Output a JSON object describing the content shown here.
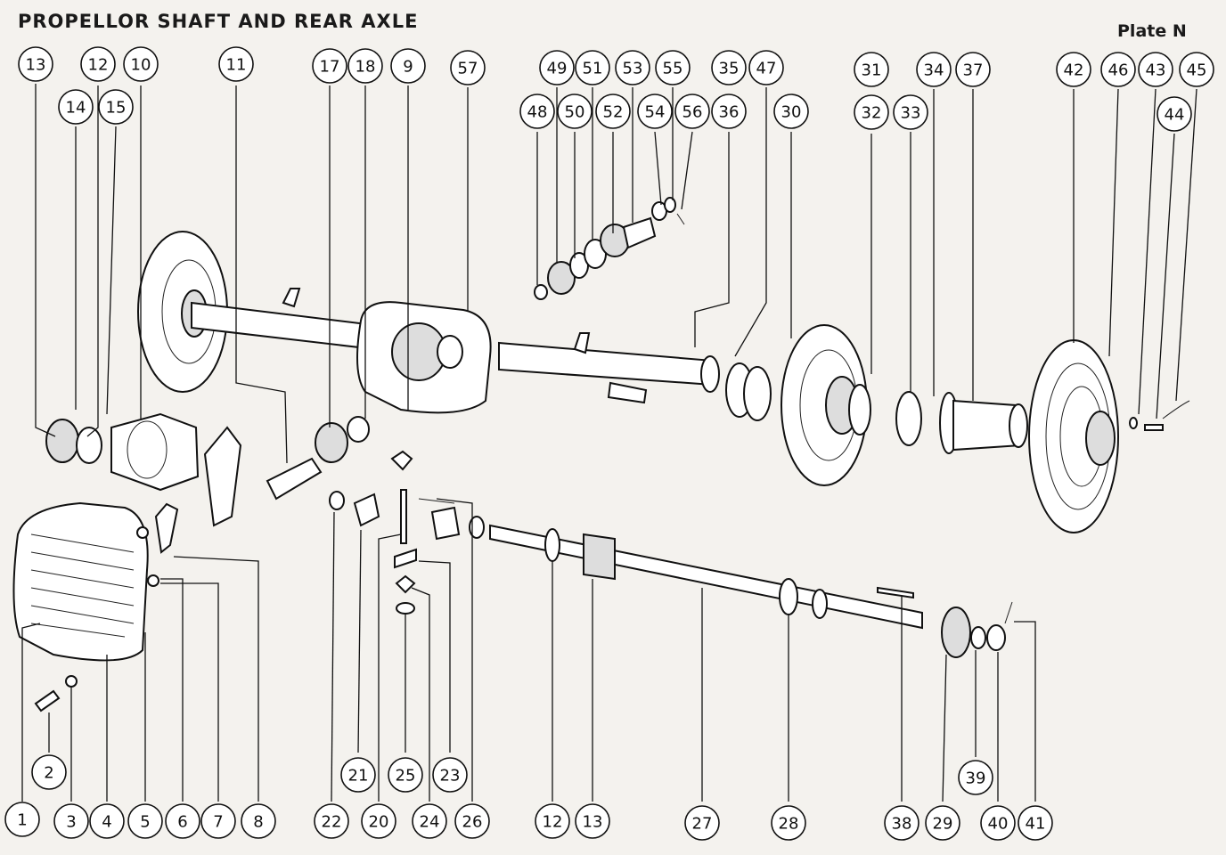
{
  "header": {
    "title": "PROPELLOR SHAFT AND REAR AXLE",
    "plate": "Plate N"
  },
  "callouts": [
    "13",
    "12",
    "10",
    "14",
    "15",
    "11",
    "17",
    "18",
    "9",
    "57",
    "49",
    "51",
    "53",
    "55",
    "48",
    "50",
    "52",
    "54",
    "56",
    "35",
    "47",
    "36",
    "30",
    "31",
    "32",
    "33",
    "34",
    "37",
    "42",
    "46",
    "43",
    "45",
    "44",
    "2",
    "1",
    "3",
    "4",
    "5",
    "6",
    "7",
    "8",
    "22",
    "21",
    "20",
    "25",
    "24",
    "23",
    "26",
    "12",
    "13",
    "27",
    "28",
    "38",
    "29",
    "39",
    "40",
    "41"
  ],
  "colors": {
    "ink": "#111111",
    "paper": "#f4f2ee"
  }
}
